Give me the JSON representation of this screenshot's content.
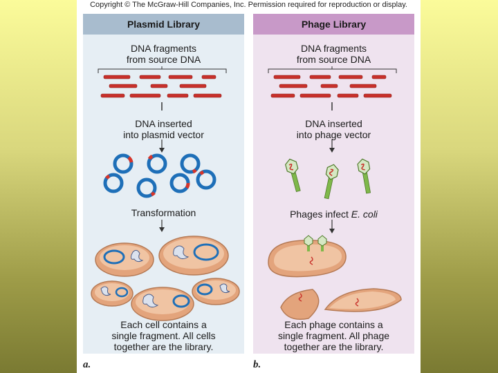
{
  "copyright": "Copyright © The McGraw-Hill Companies, Inc. Permission required for reproduction or display.",
  "panels": {
    "a": {
      "tag": "a.",
      "title": "Plasmid Library",
      "step1": [
        "DNA fragments",
        "from source DNA"
      ],
      "step2": [
        "DNA inserted",
        "into plasmid vector"
      ],
      "step3": "Transformation",
      "caption": [
        "Each cell contains a",
        "single fragment. All cells",
        "together are the library."
      ]
    },
    "b": {
      "tag": "b.",
      "title": "Phage Library",
      "step1": [
        "DNA fragments",
        "from source DNA"
      ],
      "step2": [
        "DNA inserted",
        "into phage vector"
      ],
      "step3_prefix": "Phages infect ",
      "step3_italic": "E. coli",
      "caption": [
        "Each phage contains a",
        "single fragment. All phage",
        "together are the library."
      ]
    }
  },
  "colors": {
    "left_panel": "#e6eef4",
    "right_panel": "#efe3ef",
    "left_header": "#a8bcce",
    "right_header": "#c899c8",
    "fragment": "#c8302a",
    "plasmid": "#1e6fb8",
    "cell": "#e3a47c",
    "phage_tail": "#7fb84a"
  }
}
